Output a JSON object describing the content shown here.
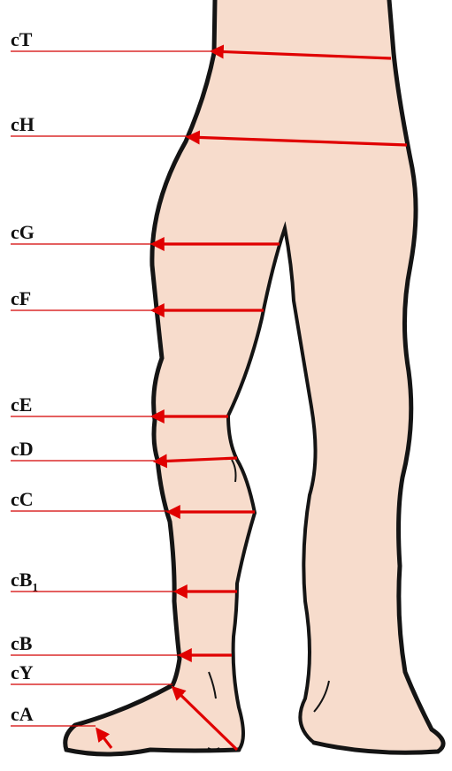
{
  "colors": {
    "skin": "#f7dccc",
    "outline": "#141414",
    "marker": "#e00000",
    "guide": "#d40000"
  },
  "labels": [
    {
      "id": "cT",
      "main": "cT",
      "sub": ""
    },
    {
      "id": "cH",
      "main": "cH",
      "sub": ""
    },
    {
      "id": "cG",
      "main": "cG",
      "sub": ""
    },
    {
      "id": "cF",
      "main": "cF",
      "sub": ""
    },
    {
      "id": "cE",
      "main": "cE",
      "sub": ""
    },
    {
      "id": "cD",
      "main": "cD",
      "sub": ""
    },
    {
      "id": "cC",
      "main": "cC",
      "sub": ""
    },
    {
      "id": "cB1",
      "main": "cB",
      "sub": "1"
    },
    {
      "id": "cB",
      "main": "cB",
      "sub": ""
    },
    {
      "id": "cY",
      "main": "cY",
      "sub": ""
    },
    {
      "id": "cA",
      "main": "cA",
      "sub": ""
    }
  ]
}
